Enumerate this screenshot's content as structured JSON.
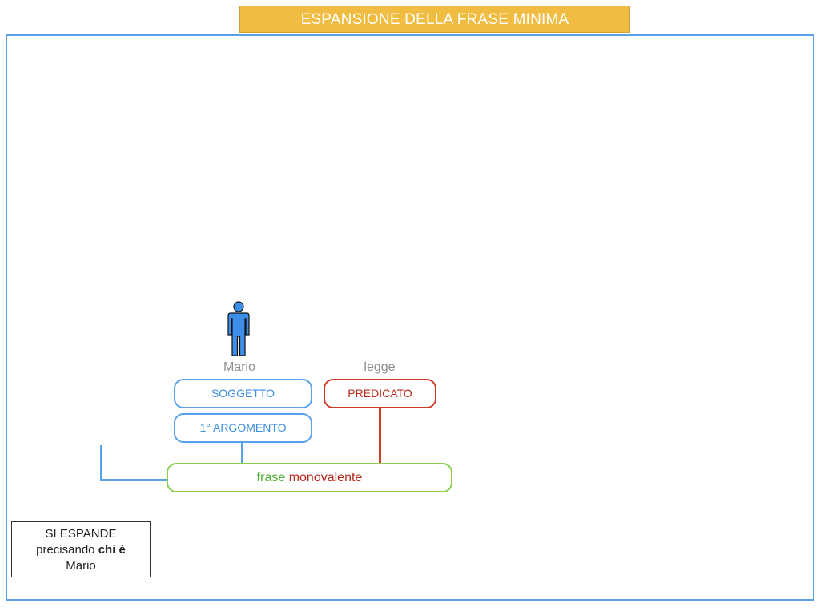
{
  "title": "ESPANSIONE DELLA FRASE MINIMA",
  "words": {
    "subject": "Mario",
    "verb": "legge"
  },
  "boxes": {
    "soggetto": "SOGGETTO",
    "predicato": "PREDICATO",
    "argomento": "1° ARGOMENTO",
    "frase_word": "frase",
    "monovalente_word": "monovalente"
  },
  "note": {
    "line1": "SI ESPANDE",
    "line2_prefix": "precisando ",
    "line2_bold": "chi è",
    "line3": "Mario"
  },
  "icons": {
    "person": "person-icon"
  },
  "colors": {
    "title_bg": "#f0bd42",
    "frame": "#5aa2e8",
    "subject": "#5aa2e8",
    "predicate": "#d23a2a",
    "phrase_border": "#8bcf4f",
    "person_fill": "#3c8ee8"
  }
}
